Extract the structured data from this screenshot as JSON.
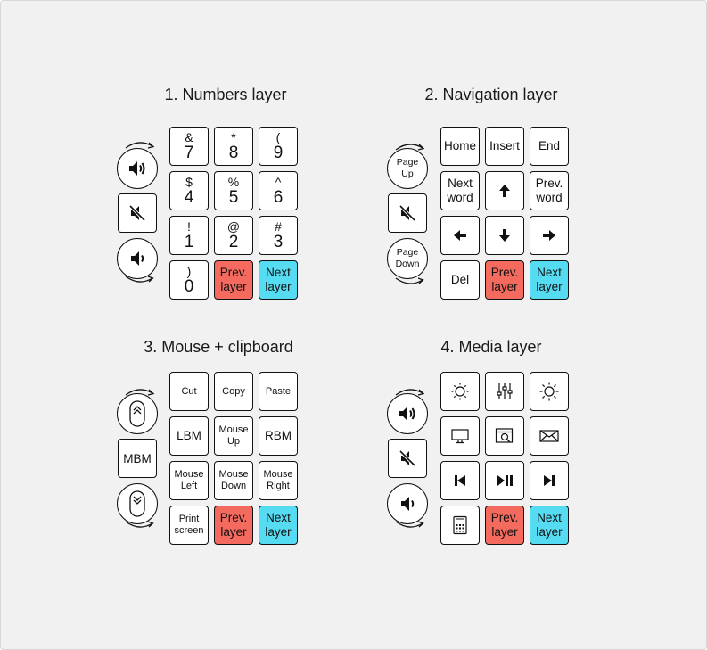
{
  "sections": {
    "numbers": {
      "title": "1. Numbers layer",
      "side": {
        "vol_up": "volume-up-icon",
        "mute": "mute-icon",
        "vol_down": "volume-down-icon"
      },
      "keys": [
        {
          "top": "&",
          "main": "7"
        },
        {
          "top": "*",
          "main": "8"
        },
        {
          "top": "(",
          "main": "9"
        },
        {
          "top": "$",
          "main": "4"
        },
        {
          "top": "%",
          "main": "5"
        },
        {
          "top": "^",
          "main": "6"
        },
        {
          "top": "!",
          "main": "1"
        },
        {
          "top": "@",
          "main": "2"
        },
        {
          "top": "#",
          "main": "3"
        },
        {
          "top": ")",
          "main": "0"
        },
        {
          "label": "Prev.\nlayer"
        },
        {
          "label": "Next\nlayer"
        }
      ]
    },
    "navigation": {
      "title": "2. Navigation layer",
      "side": {
        "page_up": "Page\nUp",
        "page_down": "Page\nDown"
      },
      "keys": [
        {
          "label": "Home"
        },
        {
          "label": "Insert"
        },
        {
          "label": "End"
        },
        {
          "label": "Next\nword"
        },
        {
          "icon": "arrow-up-icon"
        },
        {
          "label": "Prev.\nword"
        },
        {
          "icon": "arrow-left-icon"
        },
        {
          "icon": "arrow-down-icon"
        },
        {
          "icon": "arrow-right-icon"
        },
        {
          "label": "Del"
        },
        {
          "label": "Prev.\nlayer"
        },
        {
          "label": "Next\nlayer"
        }
      ]
    },
    "mouse": {
      "title": "3. Mouse + clipboard",
      "side": {
        "mbm": "MBM",
        "scroll_up": "mouse-scroll-up-icon",
        "scroll_down": "mouse-scroll-down-icon"
      },
      "keys": [
        {
          "label": "Cut"
        },
        {
          "label": "Copy"
        },
        {
          "label": "Paste"
        },
        {
          "label": "LBM"
        },
        {
          "label": "Mouse\nUp"
        },
        {
          "label": "RBM"
        },
        {
          "label": "Mouse\nLeft"
        },
        {
          "label": "Mouse\nDown"
        },
        {
          "label": "Mouse\nRight"
        },
        {
          "label": "Print\nscreen"
        },
        {
          "label": "Prev.\nlayer"
        },
        {
          "label": "Next\nlayer"
        }
      ]
    },
    "media": {
      "title": "4. Media layer",
      "side": {
        "vol_up": "volume-up-icon",
        "mute": "mute-icon",
        "vol_down": "volume-down-icon"
      },
      "keys": [
        {
          "icon": "brightness-down-icon"
        },
        {
          "icon": "equalizer-icon"
        },
        {
          "icon": "brightness-up-icon"
        },
        {
          "icon": "monitor-icon"
        },
        {
          "icon": "browser-search-icon"
        },
        {
          "icon": "mail-icon"
        },
        {
          "icon": "previous-track-icon"
        },
        {
          "icon": "play-pause-icon"
        },
        {
          "icon": "next-track-icon"
        },
        {
          "icon": "calculator-icon"
        },
        {
          "label": "Prev.\nlayer"
        },
        {
          "label": "Next\nlayer"
        }
      ]
    }
  },
  "colors": {
    "prev_layer": "#f46a5e",
    "next_layer": "#56dcf2",
    "background": "#f1f1f1"
  }
}
